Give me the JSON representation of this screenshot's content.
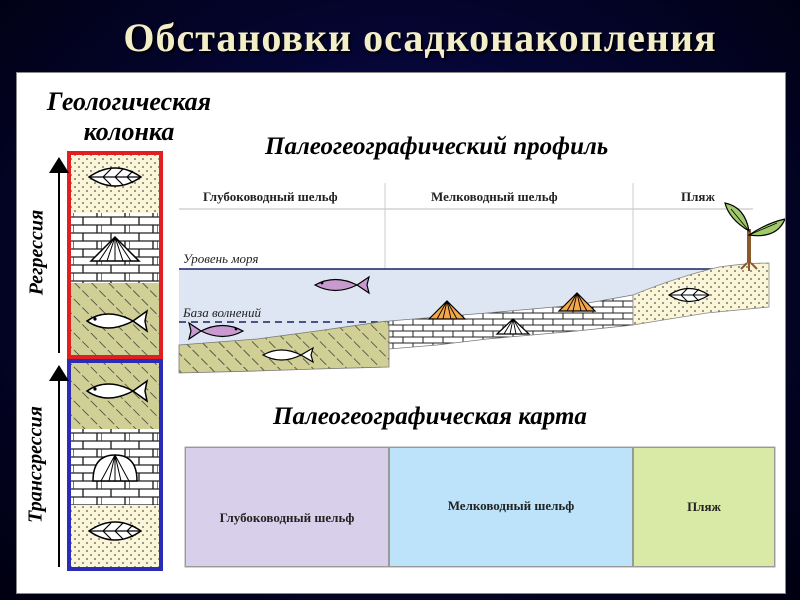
{
  "slide": {
    "title": "Обстановки осадконакопления"
  },
  "column": {
    "heading": "Геологическая колонка",
    "regression_label": "Регрессия",
    "transgression_label": "Трансгрессия"
  },
  "profile": {
    "title": "Палеогеографический профиль",
    "zones": [
      "Глубоководный шельф",
      "Мелководный шельф",
      "Пляж"
    ],
    "sea_level_label": "Уровень моря",
    "wave_base_label": "База волнений"
  },
  "map": {
    "title": "Палеогеографическая карта",
    "zones": [
      {
        "label": "Глубоководный шельф",
        "color": "#d8d0ea"
      },
      {
        "label": "Мелководный шельф",
        "color": "#bde3fb"
      },
      {
        "label": "Пляж",
        "color": "#d9eaa6"
      }
    ]
  },
  "colors": {
    "regression_frame": "#e02020",
    "transgression_frame": "#2b2bb8",
    "sand": "#fbf6d8",
    "silt": "#cfcf96",
    "water": "#dde6f2",
    "shell": "#f5a64a"
  }
}
